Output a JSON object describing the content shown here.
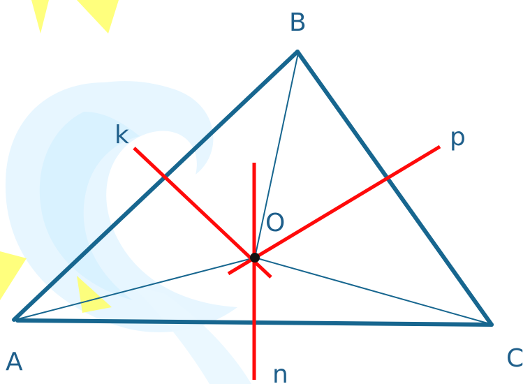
{
  "labels": {
    "B": "B",
    "k": "k",
    "p": "p",
    "O": "O",
    "A": "A",
    "C": "C",
    "n": "n"
  },
  "colors": {
    "triangle": "#17668f",
    "bisector": "#ff0a0a",
    "label": "#1f5f8b",
    "point": "#111111",
    "background_swirl": "#d8f1ff",
    "background_rays": "#ffff66"
  }
}
